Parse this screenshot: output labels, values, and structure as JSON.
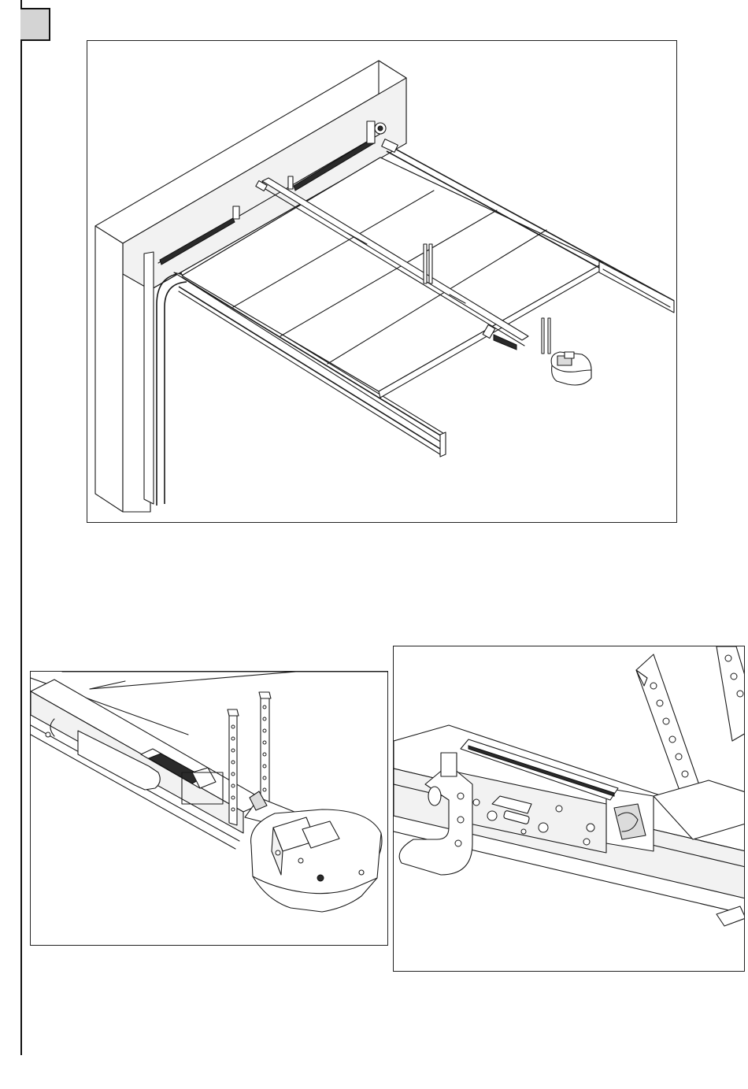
{
  "page": {
    "step_marker_color": "#d4d4d4",
    "figures": [
      {
        "view": "overview",
        "icons": [
          "sectional-garage-door",
          "rail-drive-unit",
          "torsion-spring-shaft"
        ]
      },
      {
        "view": "detail",
        "icons": [
          "drive-rail",
          "carriage",
          "motor-housing",
          "mounting-bracket"
        ]
      },
      {
        "view": "zoom",
        "icons": [
          "carriage-mechanism",
          "rail-coupling",
          "mounting-bracket"
        ]
      }
    ]
  }
}
